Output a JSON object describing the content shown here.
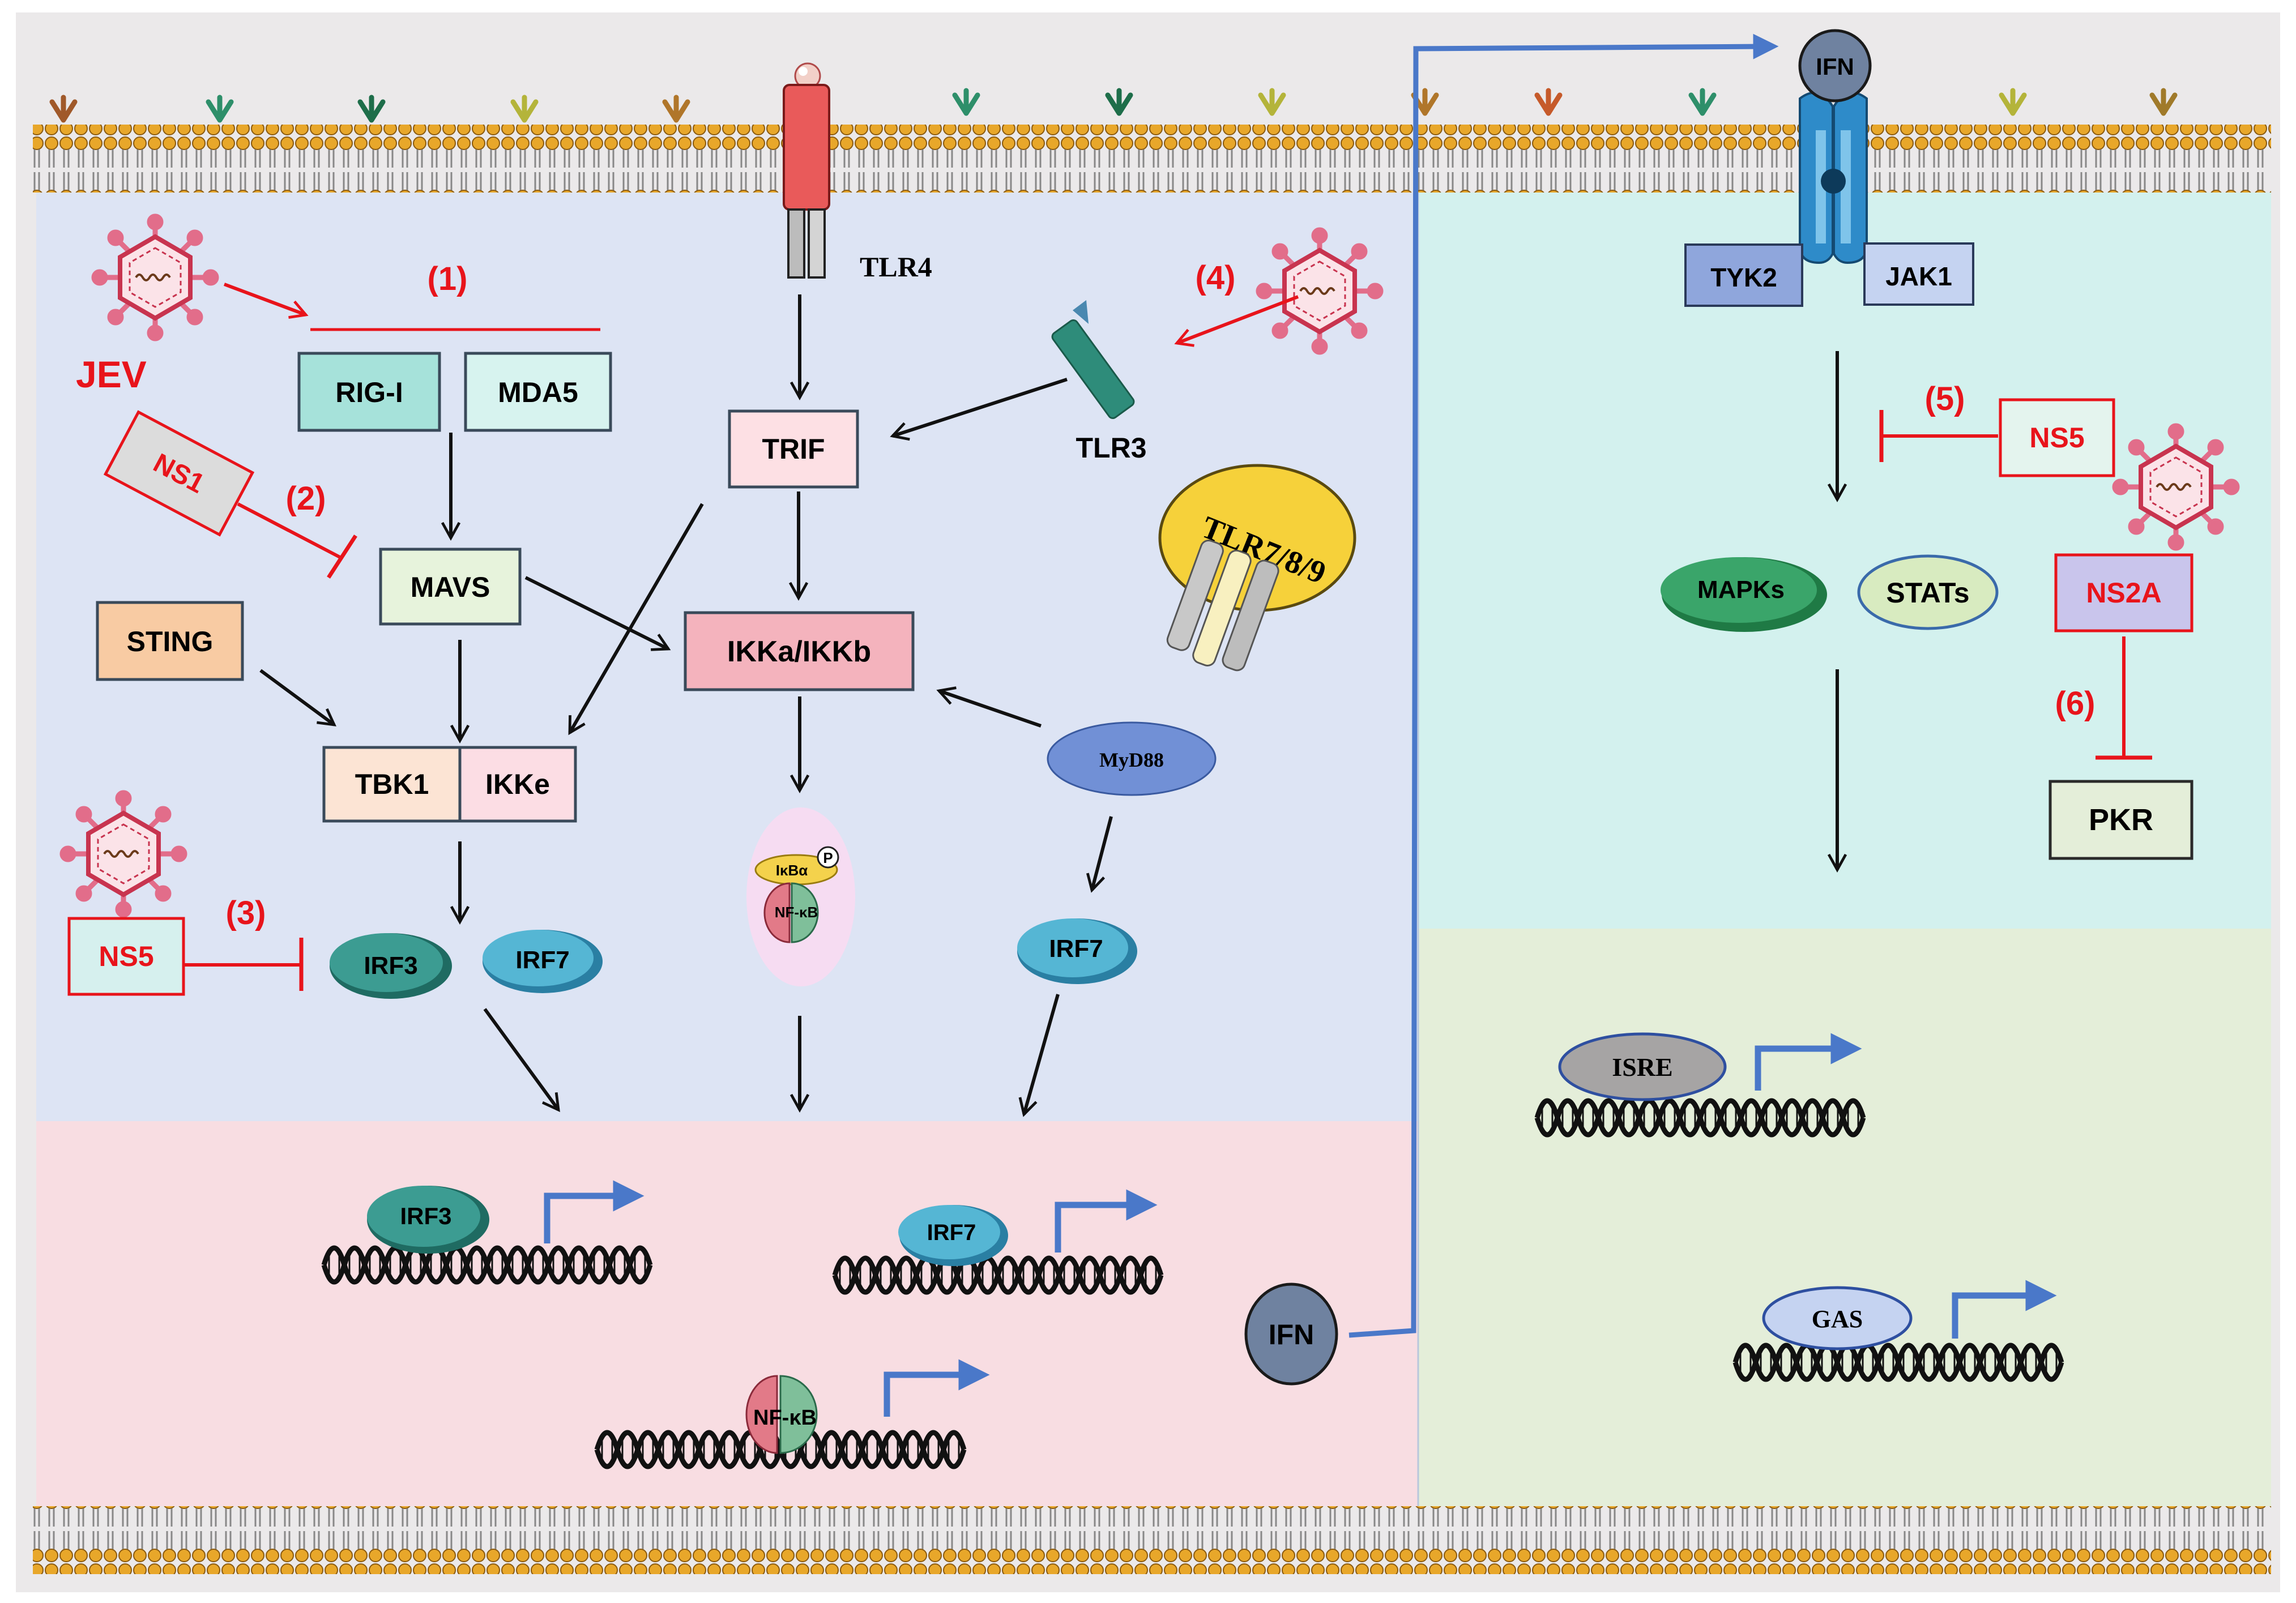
{
  "labels": {
    "jev": "JEV",
    "step1": "(1)",
    "step2": "(2)",
    "step3": "(3)",
    "step4": "(4)",
    "step5": "(5)",
    "step6": "(6)",
    "rig_i": "RIG-I",
    "mda5": "MDA5",
    "ns1": "NS1",
    "mavs": "MAVS",
    "sting": "STING",
    "tbk1": "TBK1",
    "ikke": "IKKe",
    "ns5_left": "NS5",
    "irf3": "IRF3",
    "irf7": "IRF7",
    "tlr4": "TLR4",
    "trif": "TRIF",
    "tlr3": "TLR3",
    "tlr789": "TLR7/8/9",
    "ikk": "IKKa/IKKb",
    "myd88": "MyD88",
    "ikba": "IκBα",
    "p": "P",
    "nfkb_complex": "NF-κB",
    "irf7_2": "IRF7",
    "nuc_irf3": "IRF3",
    "nuc_irf7": "IRF7",
    "nuc_nfkb": "NF-κB",
    "ifn_out": "IFN",
    "ifn_receptor": "IFN",
    "tyk2": "TYK2",
    "jak1": "JAK1",
    "ns5_right": "NS5",
    "mapks": "MAPKs",
    "stats": "STATs",
    "ns2a": "NS2A",
    "pkr": "PKR",
    "isre": "ISRE",
    "gas": "GAS"
  },
  "colors": {
    "cytoplasm_left": "#dde4f4",
    "nucleus_left": "#f8dde2",
    "cytoplasm_right": "#d3f1ee",
    "nucleus_right": "#e4eed9",
    "membrane_head": "#e8a72a",
    "inhibition": "#e8141b",
    "ifn_signal": "#4a78c9",
    "rig_i": "#a6e2da",
    "mda5": "#d7f3ef",
    "mavs": "#e7f3dc",
    "sting": "#f8cba3",
    "tbk1": "#fce4d4",
    "ikke": "#fcdde4",
    "trif": "#fde0e4",
    "ikk": "#f4b3bd",
    "tyk2": "#8fa6dc",
    "jak1": "#c5d3f1",
    "ns2a": "#c9c5ec",
    "pkr": "#e4eed9",
    "ifn": "#6f82a0",
    "irf3": "#3c9c92",
    "irf7": "#55b6d4"
  },
  "icons": [
    "virus-icon",
    "receptor-icon",
    "dna-helix-icon",
    "promoter-arrow-icon",
    "lipid-bilayer-icon"
  ]
}
